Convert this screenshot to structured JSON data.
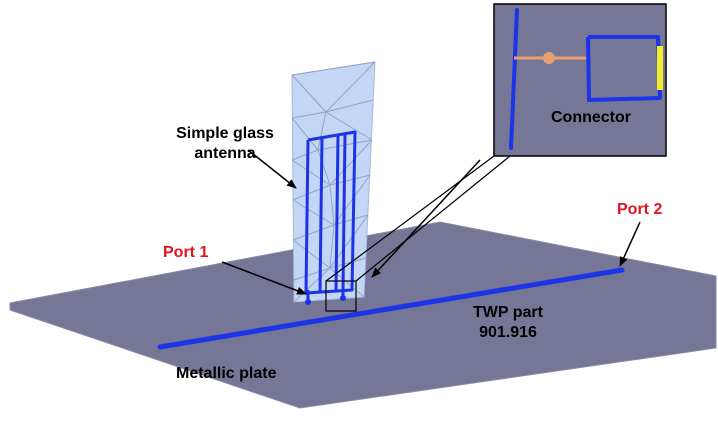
{
  "labels": {
    "antenna_line1": "Simple glass",
    "antenna_line2": "antenna",
    "port1": "Port 1",
    "port2": "Port 2",
    "twp_line1": "TWP part",
    "twp_line2": "901.916",
    "plate": "Metallic plate",
    "connector": "Connector"
  },
  "colors": {
    "plate": "#767697",
    "glass": "#c3d6f5",
    "mesh": "#93a4c8",
    "wire": "#1c33e6",
    "port_label": "#e0141e",
    "connector_bead": "#e8a070",
    "connector_highlight": "#f2ec2a",
    "inset_background": "#767697"
  }
}
